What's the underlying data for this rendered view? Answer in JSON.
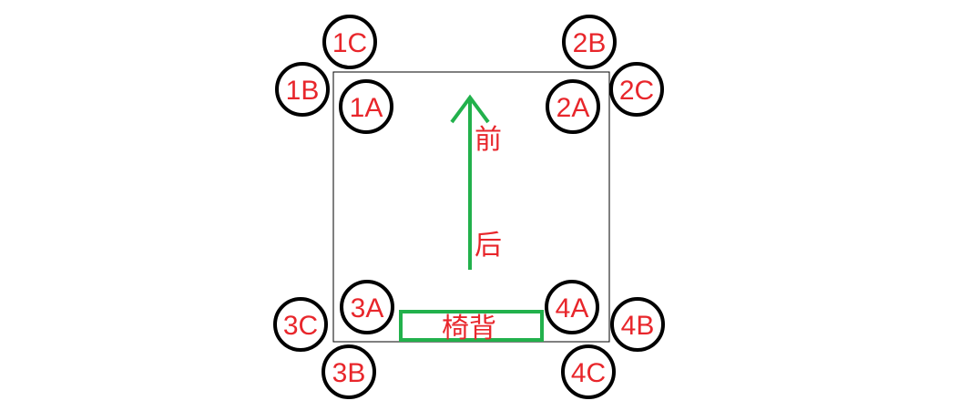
{
  "colors": {
    "label": "#e8262b",
    "circle_stroke": "#000000",
    "square_stroke": "#000000",
    "arrow": "#22b14c",
    "backrest": "#22b14c",
    "background": "#ffffff"
  },
  "circles": [
    {
      "id": "1C",
      "label": "1C"
    },
    {
      "id": "1B",
      "label": "1B"
    },
    {
      "id": "1A",
      "label": "1A"
    },
    {
      "id": "2B",
      "label": "2B"
    },
    {
      "id": "2C",
      "label": "2C"
    },
    {
      "id": "2A",
      "label": "2A"
    },
    {
      "id": "3A",
      "label": "3A"
    },
    {
      "id": "3C",
      "label": "3C"
    },
    {
      "id": "3B",
      "label": "3B"
    },
    {
      "id": "4A",
      "label": "4A"
    },
    {
      "id": "4B",
      "label": "4B"
    },
    {
      "id": "4C",
      "label": "4C"
    }
  ],
  "arrow": {
    "front_label": "前",
    "back_label": "后"
  },
  "backrest": {
    "label": "椅背"
  }
}
